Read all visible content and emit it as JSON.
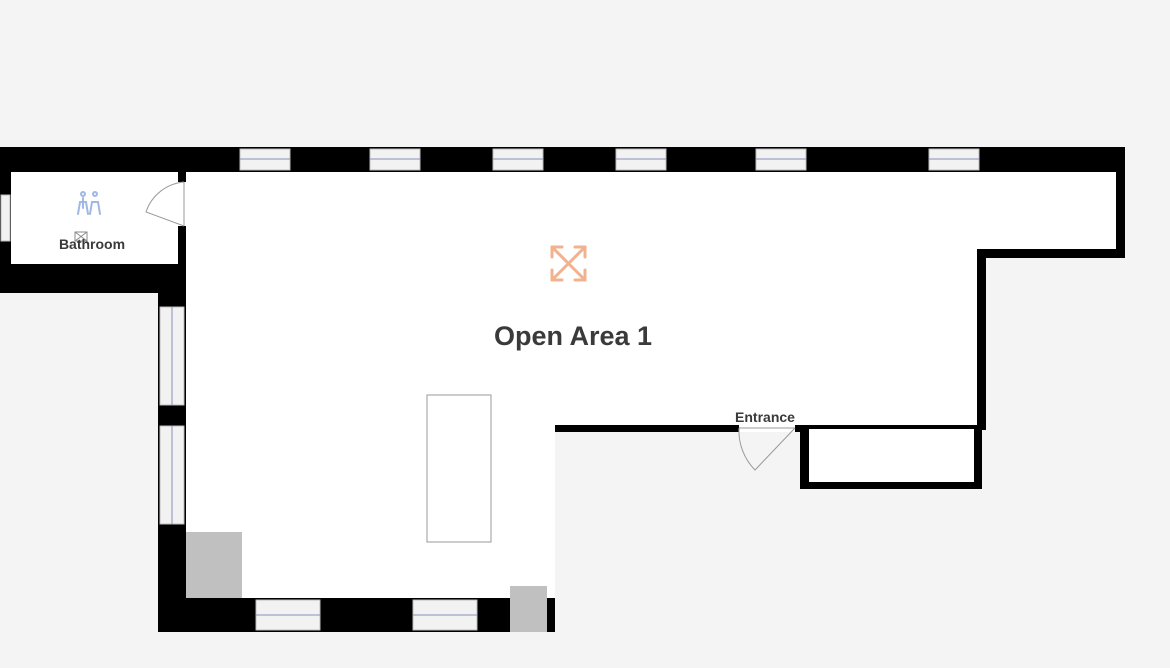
{
  "plan": {
    "rooms": {
      "bathroom": {
        "label": "Bathroom",
        "icon": "restroom-icon"
      },
      "open_area": {
        "label": "Open Area 1",
        "icon": "expand-arrows-icon"
      },
      "entrance": {
        "label": "Entrance"
      }
    },
    "colors": {
      "background": "#f4f4f4",
      "wall": "#000000",
      "floor": "#ffffff",
      "window": "#f2f2f2",
      "fixture": "#c0c0c0",
      "expand_icon": "#f2b28e",
      "restroom_icon": "#9fb8e4",
      "label": "#3a3a3a"
    }
  }
}
